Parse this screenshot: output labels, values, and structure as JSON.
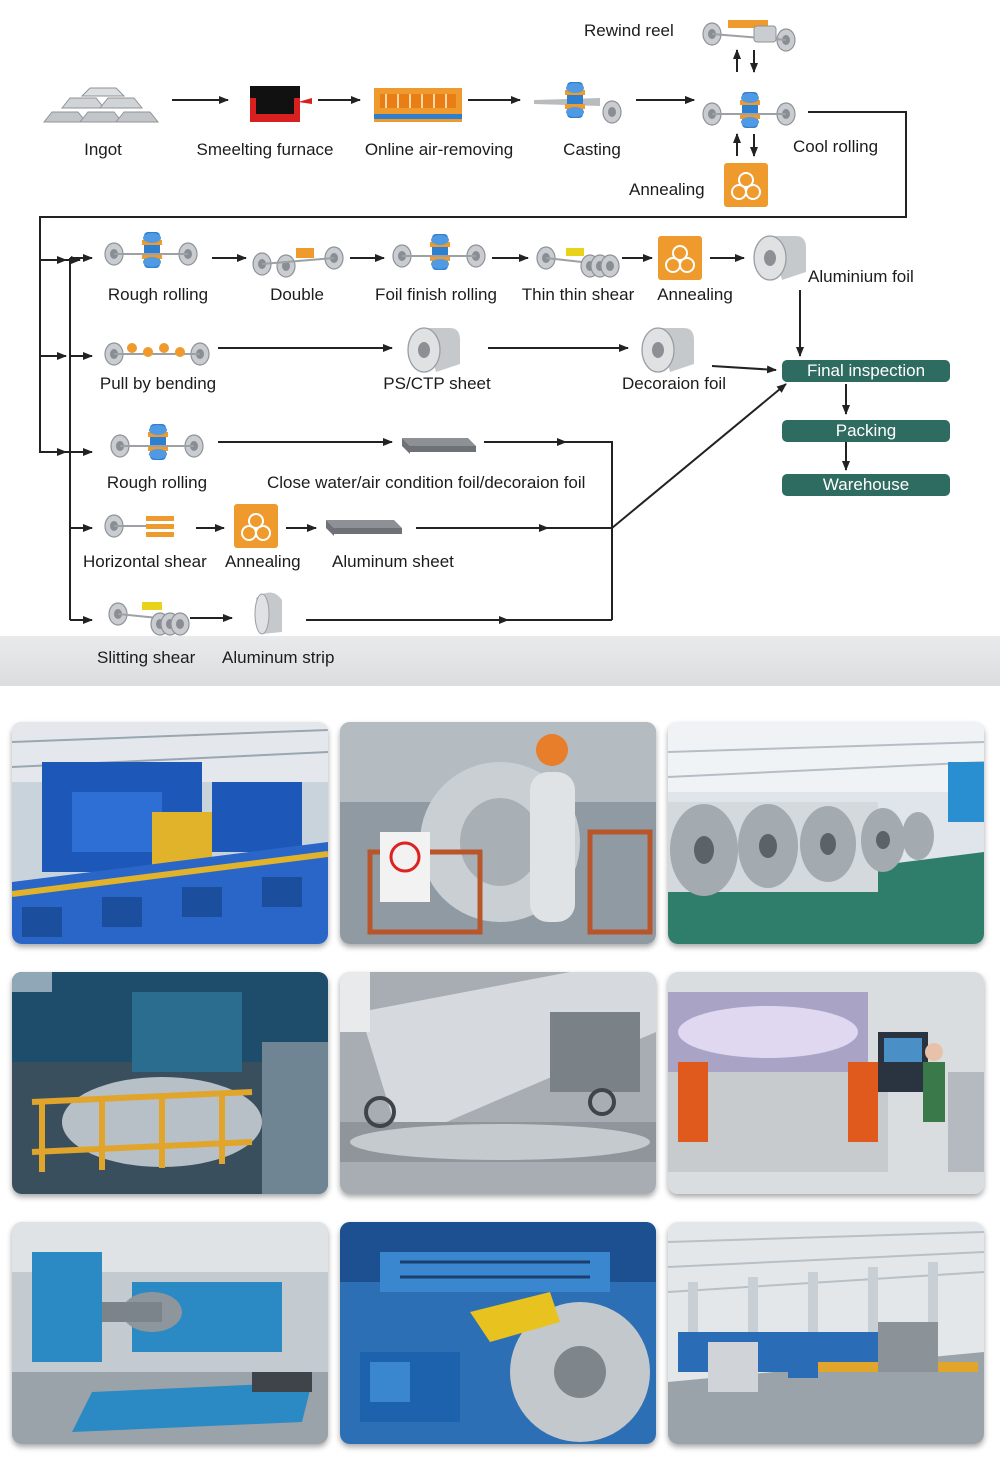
{
  "diagram": {
    "labels": {
      "rewind_reel": "Rewind reel",
      "ingot": "Ingot",
      "smelting_furnace": "Smeelting furnace",
      "online_air_removing": "Online air-removing",
      "casting": "Casting",
      "cool_rolling": "Cool rolling",
      "annealing_top": "Annealing",
      "rough_rolling_1": "Rough rolling",
      "double": "Double",
      "foil_finish_rolling": "Foil finish rolling",
      "thin_thin_shear": "Thin thin shear",
      "annealing_row2": "Annealing",
      "aluminium_foil": "Aluminium foil",
      "pull_by_bending": "Pull by bending",
      "ps_ctp_sheet": "PS/CTP sheet",
      "decoration_foil": "Decoraion foil",
      "rough_rolling_2": "Rough rolling",
      "close_water_air": "Close water/air condition foil/decoraion foil",
      "horizontal_shear": "Horizontal shear",
      "annealing_row5": "Annealing",
      "aluminum_sheet": "Aluminum sheet",
      "slitting_shear": "Slitting shear",
      "aluminum_strip": "Aluminum strip"
    },
    "final_steps": {
      "final_inspection": "Final inspection",
      "packing": "Packing",
      "warehouse": "Warehouse"
    }
  },
  "colors": {
    "status_green": "#2e6b60",
    "icon_blue": "#2f7fd0",
    "icon_orange": "#ef9a2d",
    "roll_gray": "#b9bcbf",
    "arrow": "#222222"
  },
  "photos": [
    {
      "icon": "blue-rolling-line-photo"
    },
    {
      "icon": "worker-coil-photo"
    },
    {
      "icon": "coil-warehouse-photo"
    },
    {
      "icon": "mill-yellow-railing-photo"
    },
    {
      "icon": "foil-roller-photo"
    },
    {
      "icon": "slitter-machine-photo"
    },
    {
      "icon": "blue-machinery-photo"
    },
    {
      "icon": "yellow-crane-coil-photo"
    },
    {
      "icon": "factory-hall-photo"
    }
  ]
}
